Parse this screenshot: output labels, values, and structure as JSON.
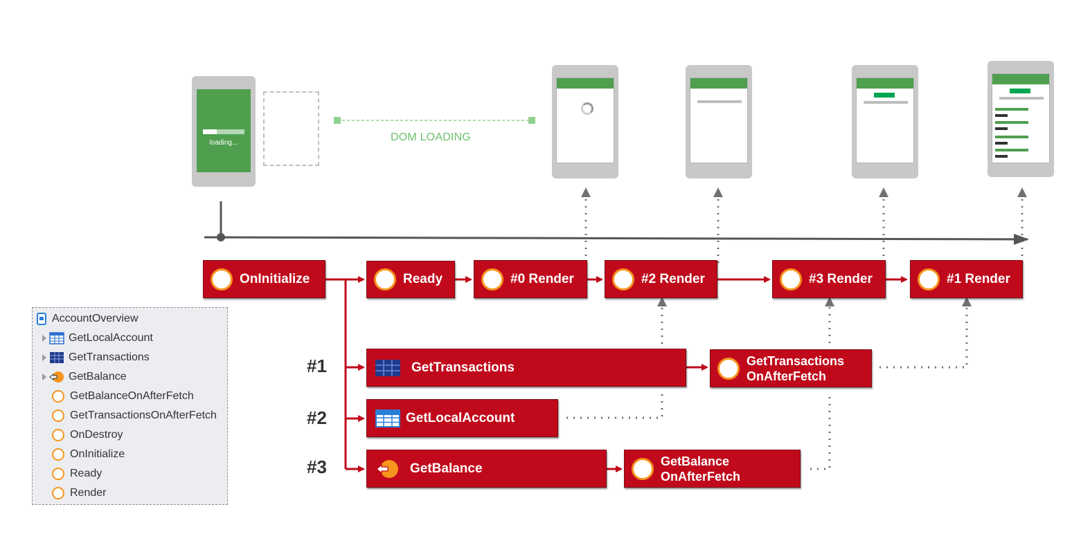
{
  "dom_loading_label": "DOM LOADING",
  "loading_text": "loading...",
  "events": {
    "on_initialize": "OnInitialize",
    "ready": "Ready",
    "render0": "#0 Render",
    "render2": "#2 Render",
    "render3": "#3 Render",
    "render1": "#1 Render",
    "get_transactions": "GetTransactions",
    "get_transactions_after_1": "GetTransactions",
    "get_transactions_after_2": "OnAfterFetch",
    "get_local_account": "GetLocalAccount",
    "get_balance": "GetBalance",
    "get_balance_after_1": "GetBalance",
    "get_balance_after_2": "OnAfterFetch"
  },
  "step_labels": [
    "#1",
    "#2",
    "#3"
  ],
  "tree": {
    "root": "AccountOverview",
    "items": [
      "GetLocalAccount",
      "GetTransactions",
      "GetBalance",
      "GetBalanceOnAfterFetch",
      "GetTransactionsOnAfterFetch",
      "OnDestroy",
      "OnInitialize",
      "Ready",
      "Render"
    ]
  },
  "colors": {
    "event_red": "#c0091b",
    "circle_orange": "#f7941d",
    "screen_green": "#4f9f4f",
    "timeline": "#555555"
  }
}
